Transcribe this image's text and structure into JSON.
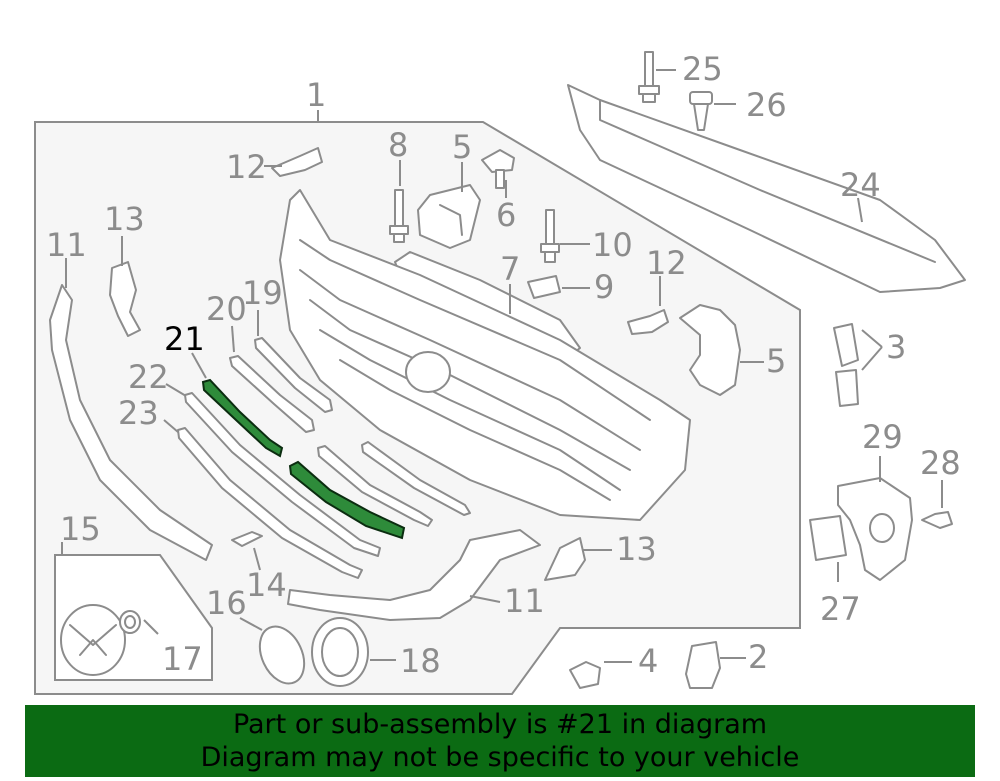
{
  "callouts": {
    "c1": "1",
    "c2": "2",
    "c3": "3",
    "c4": "4",
    "c5a": "5",
    "c5b": "5",
    "c6": "6",
    "c7": "7",
    "c8": "8",
    "c9": "9",
    "c10": "10",
    "c11a": "11",
    "c11b": "11",
    "c12a": "12",
    "c12b": "12",
    "c13a": "13",
    "c13b": "13",
    "c14": "14",
    "c15": "15",
    "c16": "16",
    "c17": "17",
    "c18": "18",
    "c19": "19",
    "c20": "20",
    "c21": "21",
    "c22": "22",
    "c23": "23",
    "c24": "24",
    "c25": "25",
    "c26": "26",
    "c27": "27",
    "c28": "28",
    "c29": "29"
  },
  "highlighted_part": "21",
  "colors": {
    "line": "#8c8c8c",
    "highlight": "#2e8b3a",
    "banner": "#0b6b13"
  },
  "banner": {
    "line1": "Part or sub-assembly is #21 in diagram",
    "line2": "Diagram may not be specific to your vehicle"
  }
}
